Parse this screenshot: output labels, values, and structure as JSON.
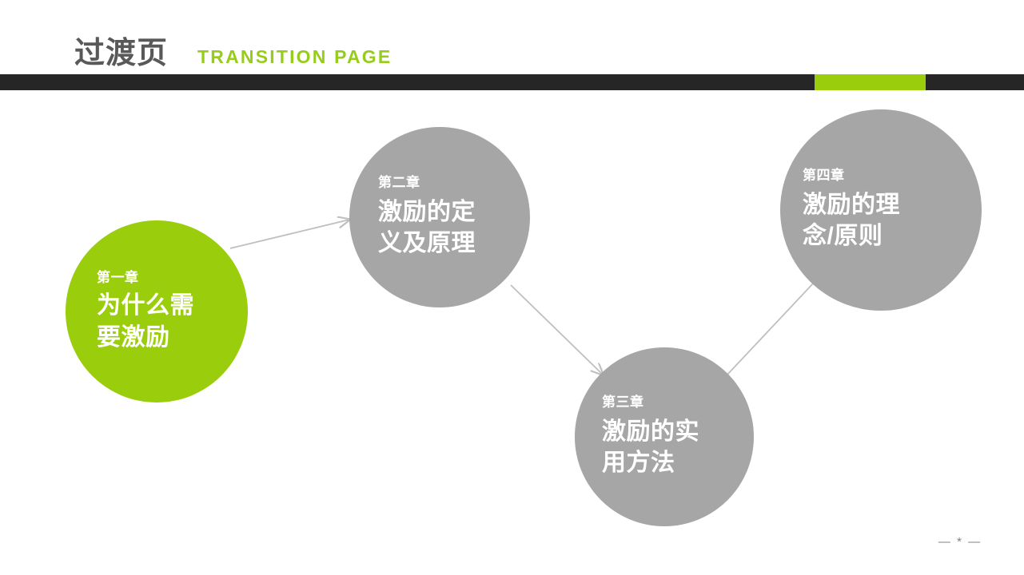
{
  "header": {
    "title_cn": "过渡页",
    "title_en": "TRANSITION PAGE",
    "bar_color": "#262626",
    "accent_color": "#9ACD0B",
    "title_color": "#595959",
    "title_en_color": "#97CC1B"
  },
  "theme": {
    "background": "#FFFFFF",
    "green": "#9ACD0B",
    "gray": "#A6A6A6",
    "connector": "#BFBFBF",
    "text_on_circle": "#FFFFFF"
  },
  "nodes": [
    {
      "id": "node-1",
      "chapter": "第一章",
      "title": "为什么需\n要激励",
      "color": "#9ACD0B",
      "style": "green"
    },
    {
      "id": "node-2",
      "chapter": "第二章",
      "title": "激励的定\n义及原理",
      "color": "#A6A6A6",
      "style": "gray"
    },
    {
      "id": "node-3",
      "chapter": "第三章",
      "title": "激励的实\n用方法",
      "color": "#A6A6A6",
      "style": "gray"
    },
    {
      "id": "node-4",
      "chapter": "第四章",
      "title": "激励的理\n念/原则",
      "color": "#A6A6A6",
      "style": "gray"
    }
  ],
  "connectors": [
    {
      "from": "node-1",
      "to": "node-2"
    },
    {
      "from": "node-2",
      "to": "node-3"
    },
    {
      "from": "node-3",
      "to": "node-4"
    }
  ],
  "footer": {
    "ornament": "— * —"
  }
}
